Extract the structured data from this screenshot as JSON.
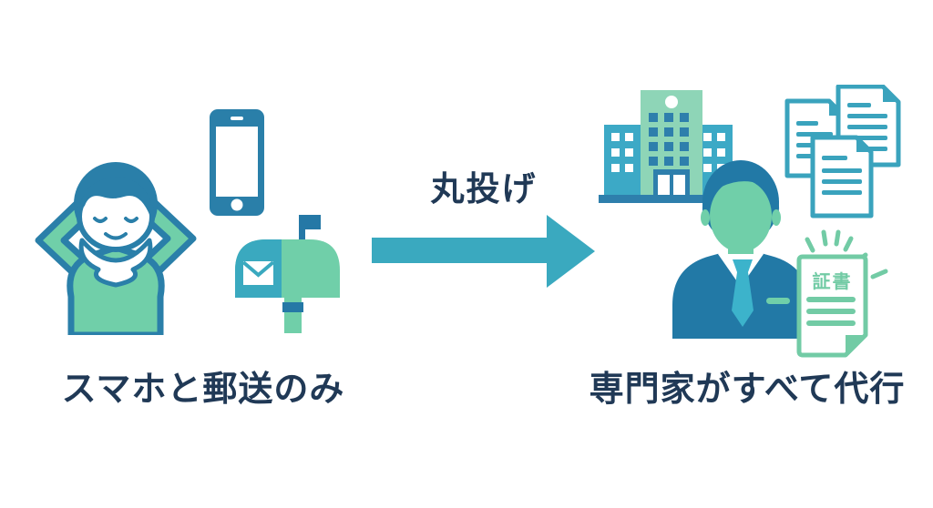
{
  "colors": {
    "background": "#ffffff",
    "navy_text": "#203956",
    "outline_blue": "#2a7fa9",
    "body_green": "#70cfa9",
    "teal": "#3aa9bf",
    "flag_blue": "#2578a6",
    "building_green": "#8ed5b7",
    "wing_teal": "#3ca9c6",
    "window_blue": "#2e7fac",
    "suit_blue": "#2279a6",
    "tie_teal": "#3cb3cb",
    "doc_teal": "#3aa3bd",
    "cert_green": "#72cba5"
  },
  "left": {
    "caption": "スマホと郵送のみ",
    "icons": [
      "relaxed-person-icon",
      "smartphone-icon",
      "mailbox-icon"
    ]
  },
  "center": {
    "arrow_label": "丸投げ",
    "icons": [
      "arrow-right-icon"
    ]
  },
  "right": {
    "caption": "専門家がすべて代行",
    "certificate_title": "証書",
    "icons": [
      "office-building-icon",
      "documents-icon",
      "expert-person-icon",
      "certificate-icon",
      "sparkle-icon"
    ]
  }
}
